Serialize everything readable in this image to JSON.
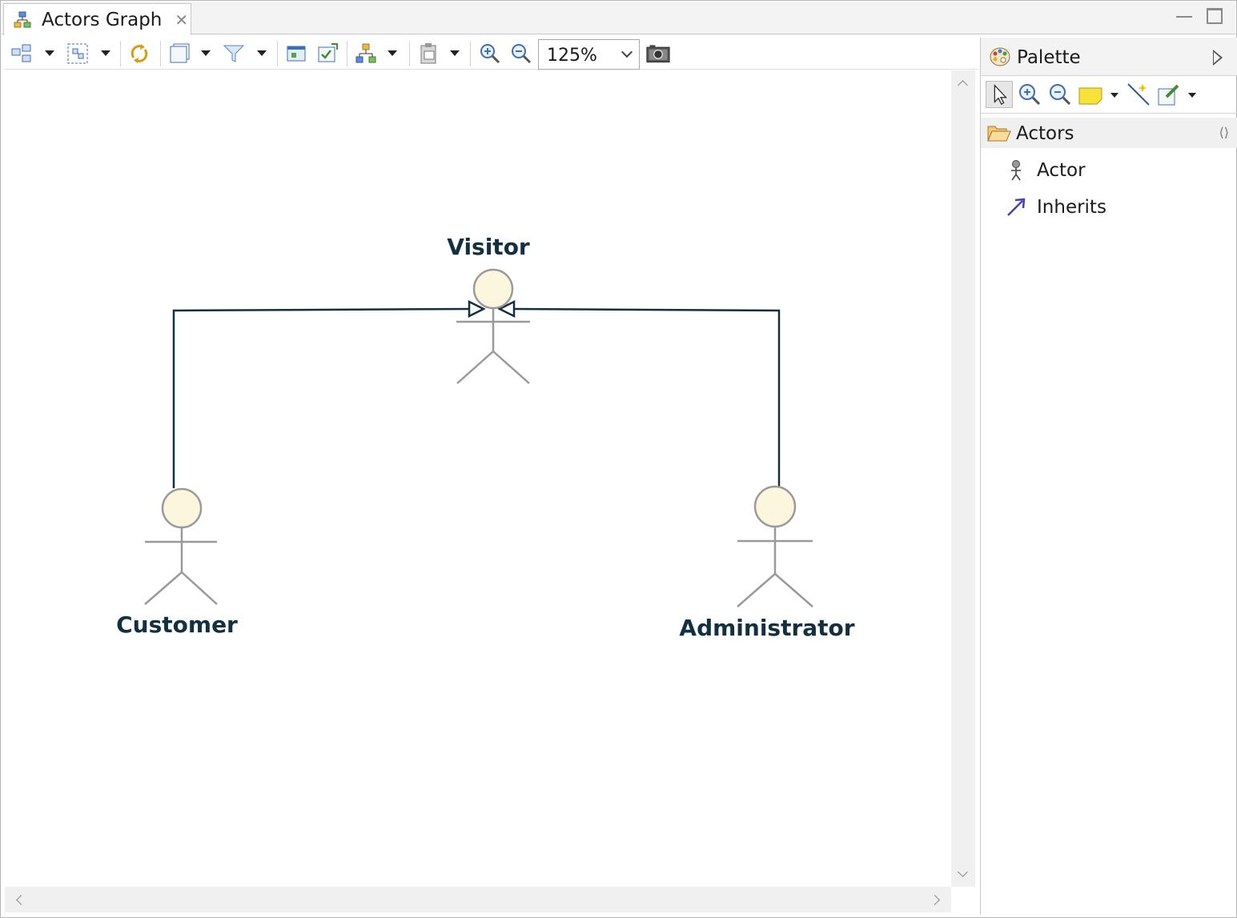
{
  "tab": {
    "title": "Actors Graph",
    "close_glyph": "✕"
  },
  "toolbar": {
    "zoom_value": "125%"
  },
  "diagram": {
    "actors": [
      {
        "name": "Visitor"
      },
      {
        "name": "Customer"
      },
      {
        "name": "Administrator"
      }
    ],
    "inheritance": [
      {
        "from": "Customer",
        "to": "Visitor"
      },
      {
        "from": "Administrator",
        "to": "Visitor"
      }
    ],
    "colors": {
      "actor_head_fill": "#fdf6df",
      "actor_stroke": "#9a9a9a",
      "edge": "#12303f",
      "label": "#12303f"
    }
  },
  "palette": {
    "title": "Palette",
    "drawer": {
      "label": "Actors",
      "entries": [
        {
          "label": "Actor",
          "icon": "actor-icon"
        },
        {
          "label": "Inherits",
          "icon": "inherits-arrow-icon"
        }
      ]
    }
  }
}
